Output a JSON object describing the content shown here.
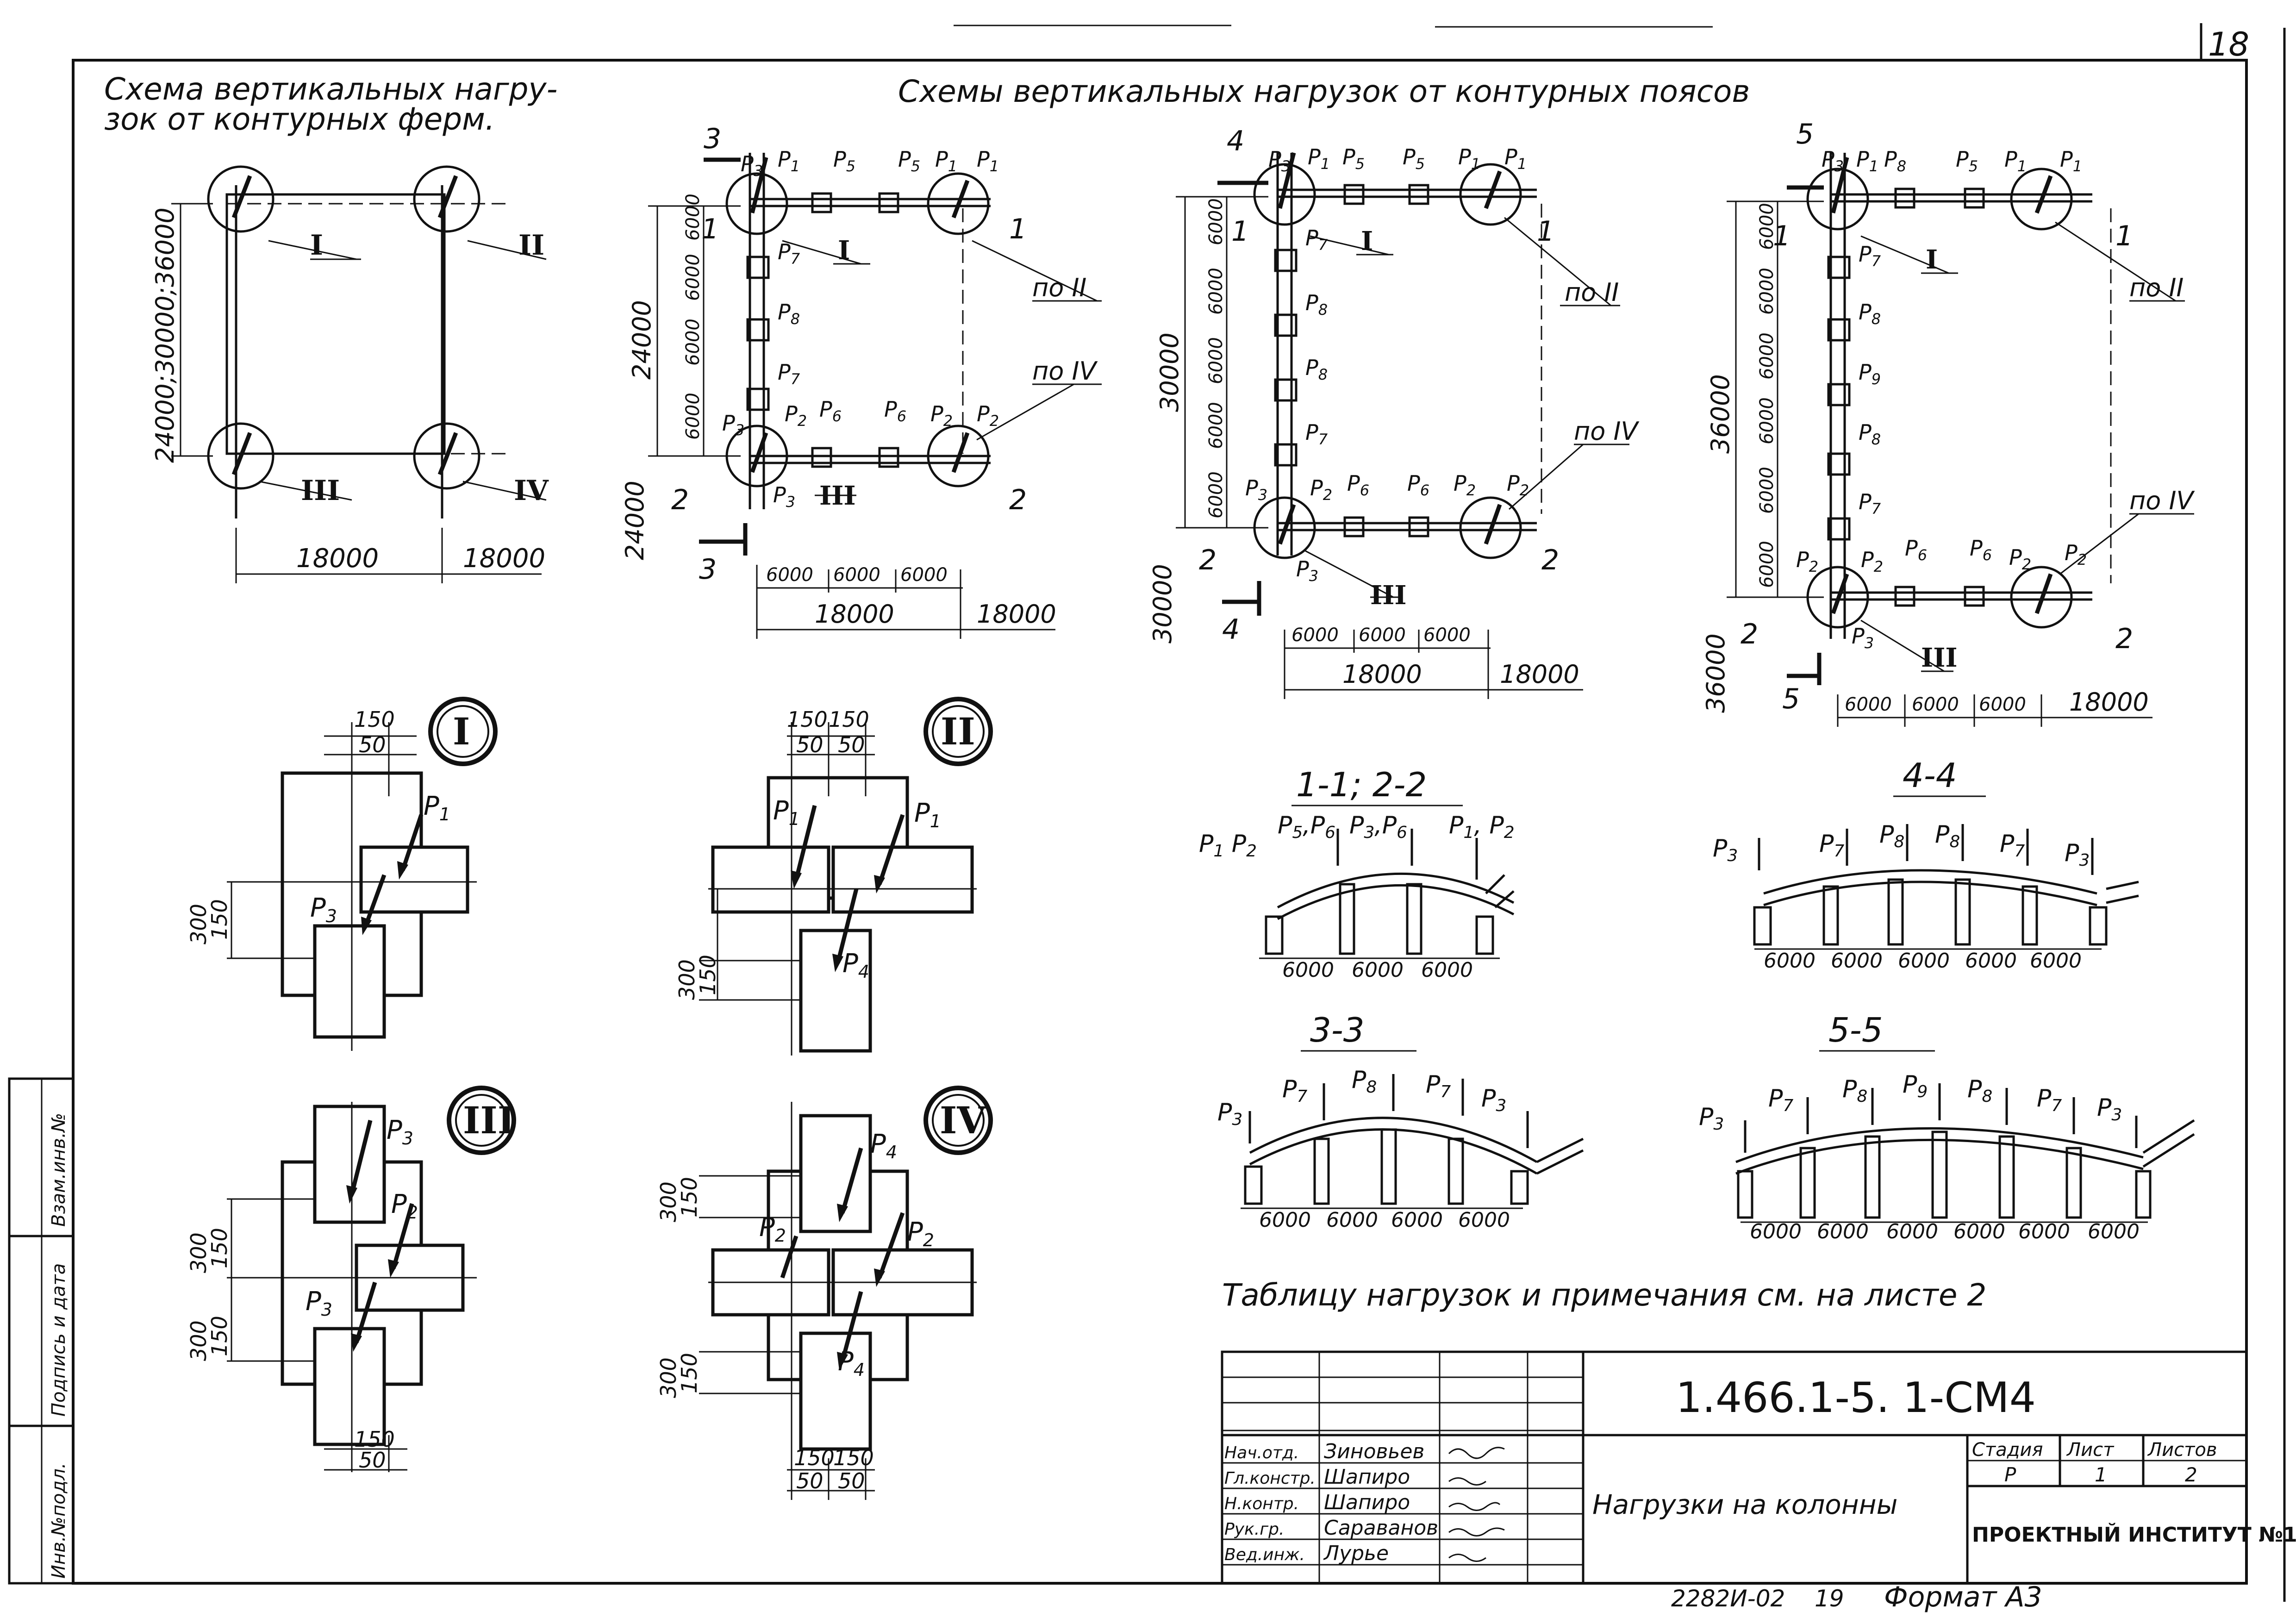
{
  "sheet": {
    "number": "18",
    "frame_code": "2282И-02",
    "frame_page": "19",
    "format": "Формат А3"
  },
  "titles": {
    "left": "Схема вертикальных нагрузок от контурных ферм.",
    "left_line1": "Схема вертикальных нагру-",
    "left_line2": "зок от контурных ферм.",
    "main": "Схемы вертикальных нагрузок от контурных поясов"
  },
  "plan_truss": {
    "dim_vertical": "24000;30000;36000",
    "dim_bottom": [
      "18000",
      "18000"
    ],
    "nodes": [
      "I",
      "II",
      "III",
      "IV"
    ]
  },
  "plan_24000": {
    "dim_total": "24000",
    "dim_left": "24000",
    "segments": [
      "6000",
      "6000",
      "6000",
      "6000"
    ],
    "bottom_segments": [
      "6000",
      "6000",
      "6000"
    ],
    "bottom_dims": [
      "18000",
      "18000"
    ],
    "section_marks": [
      "3",
      "1",
      "1",
      "2",
      "2",
      "3"
    ]
  },
  "plan_30000": {
    "dim_total": "30000",
    "dim_left": "30000",
    "segments": [
      "6000",
      "6000",
      "6000",
      "6000",
      "6000"
    ],
    "bottom_segments": [
      "6000",
      "6000",
      "6000"
    ],
    "bottom_dims": [
      "18000",
      "18000"
    ],
    "section_marks": [
      "4",
      "1",
      "1",
      "2",
      "2",
      "4"
    ]
  },
  "plan_36000": {
    "dim_total": "36000",
    "dim_left": "36000",
    "segments": [
      "6000",
      "6000",
      "6000",
      "6000",
      "6000",
      "6000"
    ],
    "bottom_segments": [
      "6000",
      "6000",
      "6000"
    ],
    "bottom_dims": [
      "18000"
    ],
    "section_marks": [
      "5",
      "1",
      "1",
      "2",
      "2",
      "5"
    ]
  },
  "node_refs": [
    "I",
    "по II",
    "по IV"
  ],
  "loads": {
    "P1": "P1",
    "P2": "P2",
    "P3": "P3",
    "P4": "P4",
    "P5": "P5",
    "P6": "P6",
    "P7": "P7",
    "P8": "P8",
    "P9": "P9"
  },
  "details": {
    "I": {
      "label": "I",
      "dims_top": [
        "150",
        "50"
      ],
      "dims_side": [
        "300",
        "150"
      ]
    },
    "II": {
      "label": "II",
      "dims_top": [
        "150",
        "150",
        "50",
        "50"
      ],
      "dims_side": [
        "300",
        "150"
      ]
    },
    "III": {
      "label": "III",
      "dims_side": [
        "300",
        "150",
        "300",
        "150"
      ],
      "dims_bottom": [
        "150",
        "50"
      ]
    },
    "IV": {
      "label": "IV",
      "dims_side": [
        "300",
        "150",
        "300",
        "150"
      ],
      "dims_bottom": [
        "150",
        "150",
        "50",
        "50"
      ]
    }
  },
  "sections": {
    "s11": {
      "title": "1-1; 2-2",
      "spans": [
        "6000",
        "6000",
        "6000"
      ]
    },
    "s44": {
      "title": "4-4",
      "spans": [
        "6000",
        "6000",
        "6000",
        "6000",
        "6000"
      ]
    },
    "s33": {
      "title": "3-3",
      "spans": [
        "6000",
        "6000",
        "6000",
        "6000"
      ]
    },
    "s55": {
      "title": "5-5",
      "spans": [
        "6000",
        "6000",
        "6000",
        "6000",
        "6000",
        "6000"
      ]
    }
  },
  "note": "Таблицу нагрузок и примечания см. на листе 2",
  "stamp": {
    "doc_code": "1.466.1-5. 1-СМ4",
    "title": "Нагрузки на колонны",
    "institute": "ПРОЕКТНЫЙ ИНСТИТУТ №1",
    "stage_header": "Стадия",
    "sheet_header": "Лист",
    "sheets_header": "Листов",
    "stage": "Р",
    "sheet": "1",
    "sheets": "2",
    "people": [
      {
        "role": "Нач.отд.",
        "name": "Зиновьев"
      },
      {
        "role": "Гл.констр.",
        "name": "Шапиро"
      },
      {
        "role": "Н.контр.",
        "name": "Шапиро"
      },
      {
        "role": "Рук.гр.",
        "name": "Сараванов"
      },
      {
        "role": "Вед.инж.",
        "name": "Лурье"
      }
    ]
  },
  "side_stamp": [
    "Инв.№подл.",
    "Подпись и дата",
    "Взам.инв.№"
  ]
}
